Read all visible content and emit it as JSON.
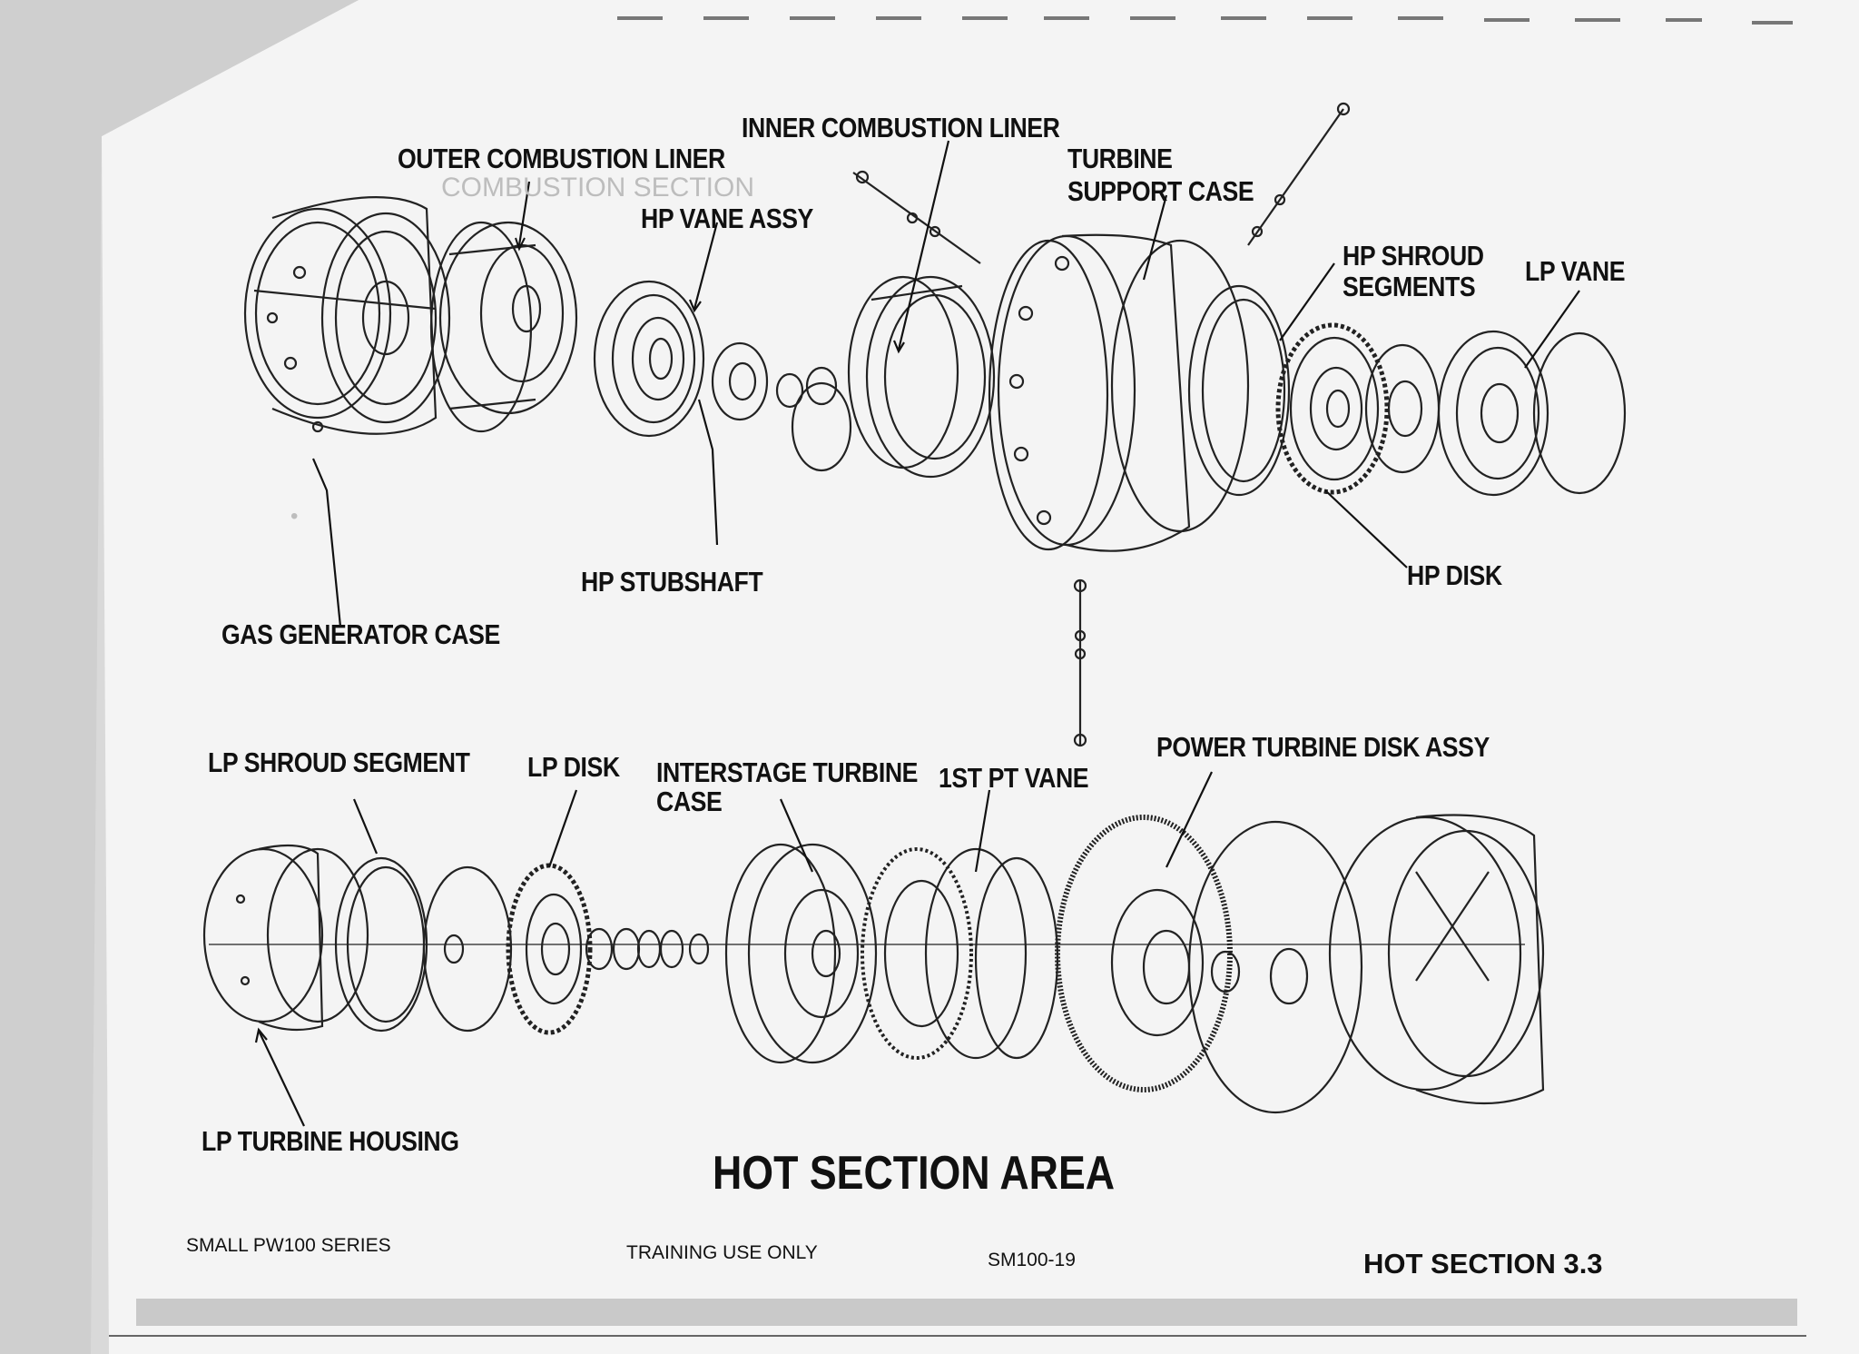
{
  "labels": {
    "outer_combustion_liner": "OUTER COMBUSTION LINER",
    "inner_combustion_liner": "INNER COMBUSTION LINER",
    "turbine_support_case": [
      "TURBINE",
      "SUPPORT CASE"
    ],
    "hp_vane_assy": "HP VANE ASSY",
    "hp_shroud_segments": [
      "HP SHROUD",
      "SEGMENTS"
    ],
    "lp_vane": "LP VANE",
    "hp_disk": "HP DISK",
    "hp_stubshaft": "HP STUBSHAFT",
    "gas_generator_case": "GAS GENERATOR CASE",
    "lp_shroud_segment": "LP SHROUD SEGMENT",
    "lp_disk": "LP DISK",
    "interstage_turbine_case": [
      "INTERSTAGE TURBINE",
      "CASE"
    ],
    "first_pt_vane": "1ST PT VANE",
    "power_turbine_disk_assy": "POWER TURBINE DISK ASSY",
    "lp_turbine_housing": "LP TURBINE HOUSING"
  },
  "title": "HOT SECTION AREA",
  "footer": {
    "series": "SMALL PW100 SERIES",
    "usage": "TRAINING USE ONLY",
    "code": "SM100-19",
    "section": "HOT SECTION 3.3"
  }
}
